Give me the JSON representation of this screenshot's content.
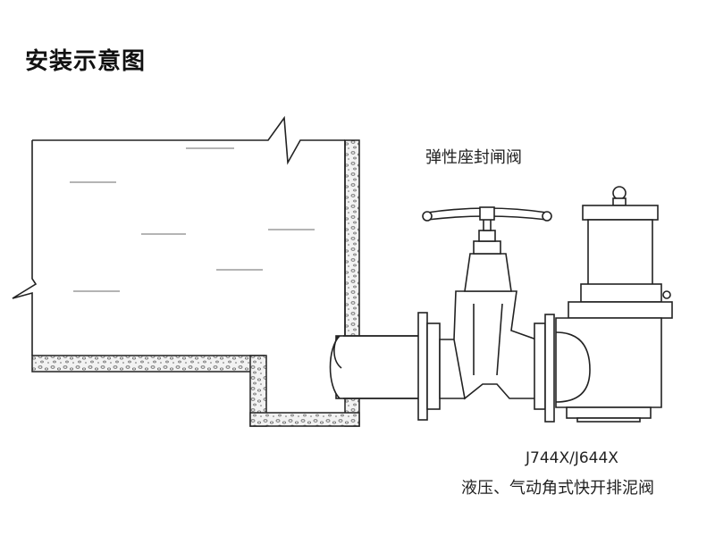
{
  "title": "安装示意图",
  "labels": {
    "gate_valve": "弹性座封闸阀",
    "drain_valve_model": "J744X/J644X",
    "drain_valve_name": "液压、气动角式快开排泥阀"
  },
  "colors": {
    "line": "#222222",
    "concrete_fill": "#ececec",
    "water_line": "#888888"
  }
}
